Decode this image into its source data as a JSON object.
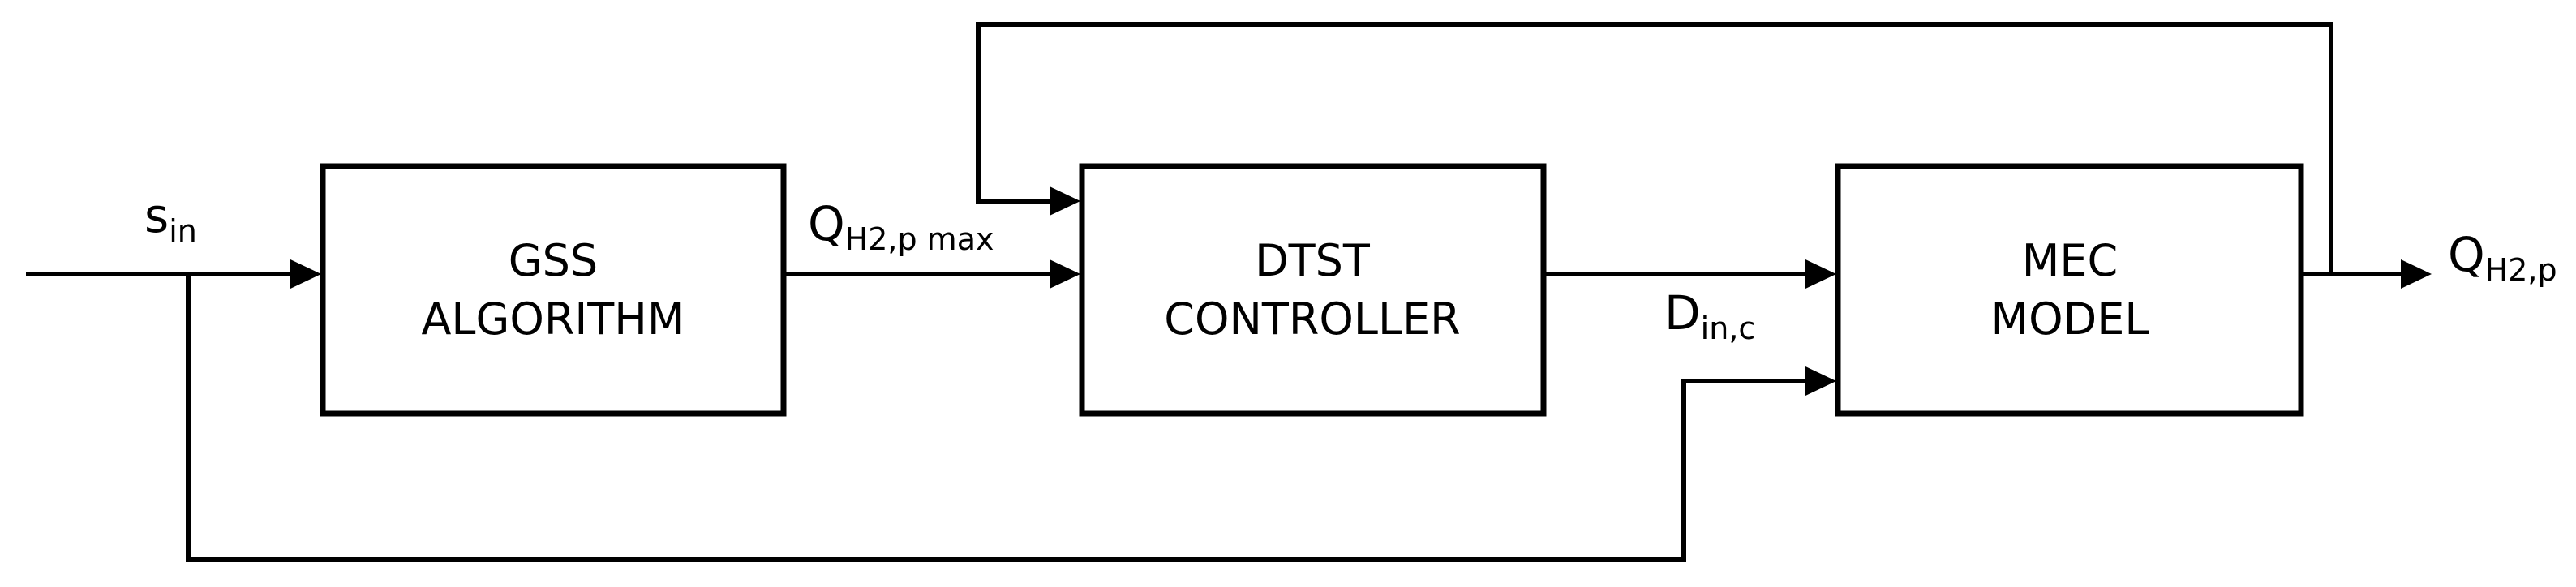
{
  "blocks": {
    "gss": {
      "line1": "GSS",
      "line2": "ALGORITHM"
    },
    "dtst": {
      "line1": "DTST",
      "line2": "CONTROLLER"
    },
    "mec": {
      "line1": "MEC",
      "line2": "MODEL"
    }
  },
  "signals": {
    "input": {
      "main": "s",
      "sub": "in"
    },
    "qmax": {
      "main": "Q",
      "sub": "H2,p max"
    },
    "din": {
      "main": "D",
      "sub": "in,c"
    },
    "output": {
      "main": "Q",
      "sub": "H2,p"
    }
  }
}
